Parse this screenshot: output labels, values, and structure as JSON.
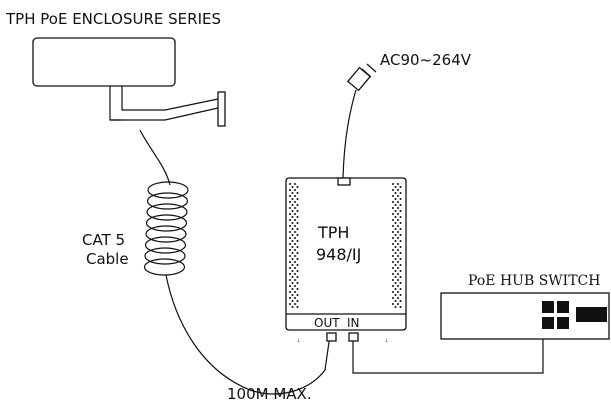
{
  "labels": {
    "enclosure_title": "TPH PoE ENCLOSURE SERIES",
    "ac_input": "AC90~264V",
    "cable_line1": "CAT 5",
    "cable_line2": "Cable",
    "device_line1": "TPH",
    "device_line2": "948/IJ",
    "port_out": "OUT",
    "port_in": "IN",
    "switch_title": "PoE HUB SWITCH",
    "max_distance": "100M MAX."
  }
}
